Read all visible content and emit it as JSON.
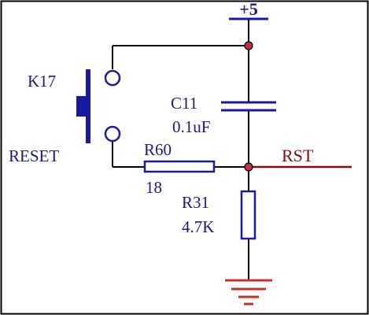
{
  "diagram": {
    "supply_label": "+5",
    "switch": {
      "designator": "K17",
      "function": "RESET"
    },
    "capacitor": {
      "designator": "C11",
      "value": "0.1uF"
    },
    "resistor_series": {
      "designator": "R60",
      "value": "18"
    },
    "resistor_pulldown": {
      "designator": "R31",
      "value": "4.7K"
    },
    "net_label": "RST",
    "colors": {
      "wire": "#000000",
      "component": "#1a1aa0",
      "junction_fill": "#c03040",
      "ground": "#c8302c",
      "net_label": "#7a1010",
      "frame": "#000000"
    }
  }
}
